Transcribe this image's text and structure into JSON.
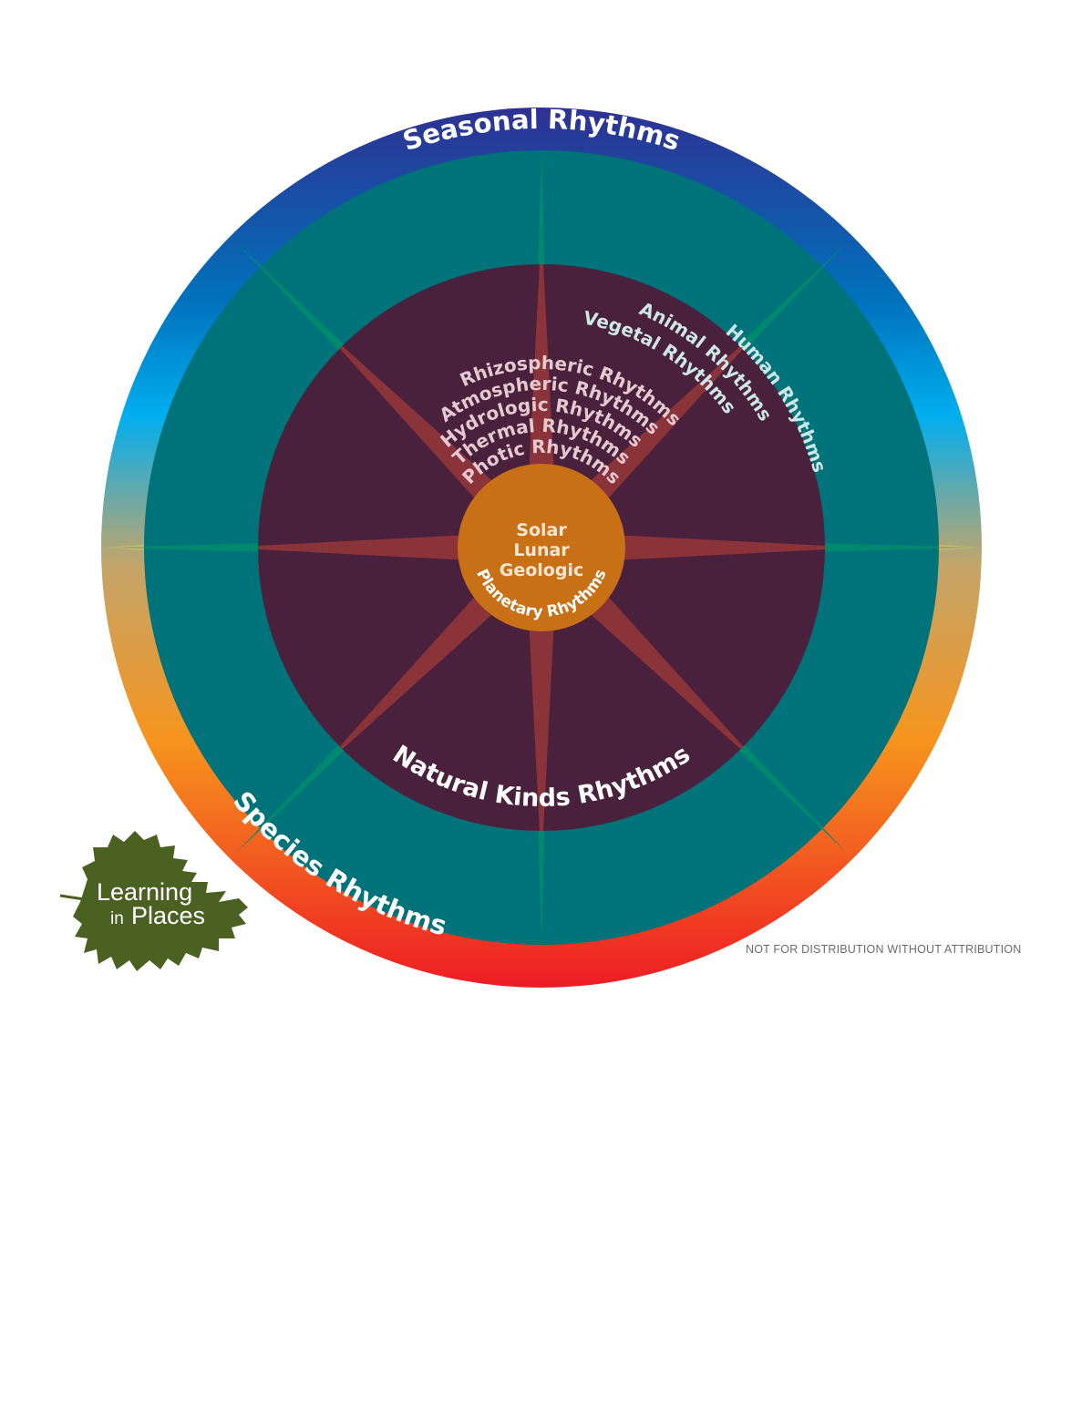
{
  "diagram": {
    "outer_ring_top_label": "Seasonal Rhythms",
    "outer_ring_bottom_label": "Species Rhythms",
    "purple_ring_bottom_label": "Natural Kinds Rhythms",
    "inner_arc_labels": [
      "Photic Rhythms",
      "Thermal Rhythms",
      "Hydrologic Rhythms",
      "Atmospheric Rhythms",
      "Rhizospheric Rhythms"
    ],
    "teal_arc_labels": [
      "Vegetal Rhythms",
      "Animal Rhythms",
      "Human Rhythms"
    ],
    "core": {
      "line1": "Solar",
      "line2": "Lunar",
      "line3": "Geologic",
      "arc_label": "Planetary Rhythms"
    }
  },
  "logo": {
    "line1": "Learning",
    "line2_small": "in",
    "line2_big": "Places"
  },
  "notice": "NOT FOR DISTRIBUTION WITHOUT ATTRIBUTION",
  "colors": {
    "gradient_top": "#2e3192",
    "gradient_blue": "#0072bc",
    "gradient_cyan": "#00aeef",
    "gradient_tan": "#c4a56a",
    "gradient_orange": "#f7941d",
    "gradient_red": "#ed1c24",
    "teal_ring": "#00727a",
    "teal_rays": "#008c6e",
    "purple_ring": "#4a213d",
    "purple_rays": "#8a3339",
    "core": "#c87016",
    "leaf": "#4a6121"
  }
}
